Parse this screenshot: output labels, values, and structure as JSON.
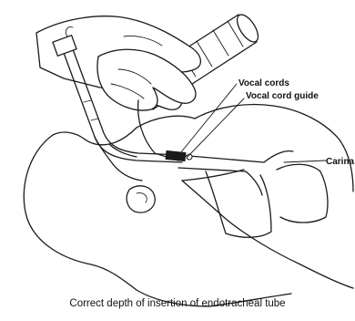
{
  "labels": {
    "vocal_cords": "Vocal cords",
    "vocal_cord_guide": "Vocal cord guide",
    "carina": "Carina"
  },
  "caption": "Correct depth of insertion of endotracheal tube"
}
